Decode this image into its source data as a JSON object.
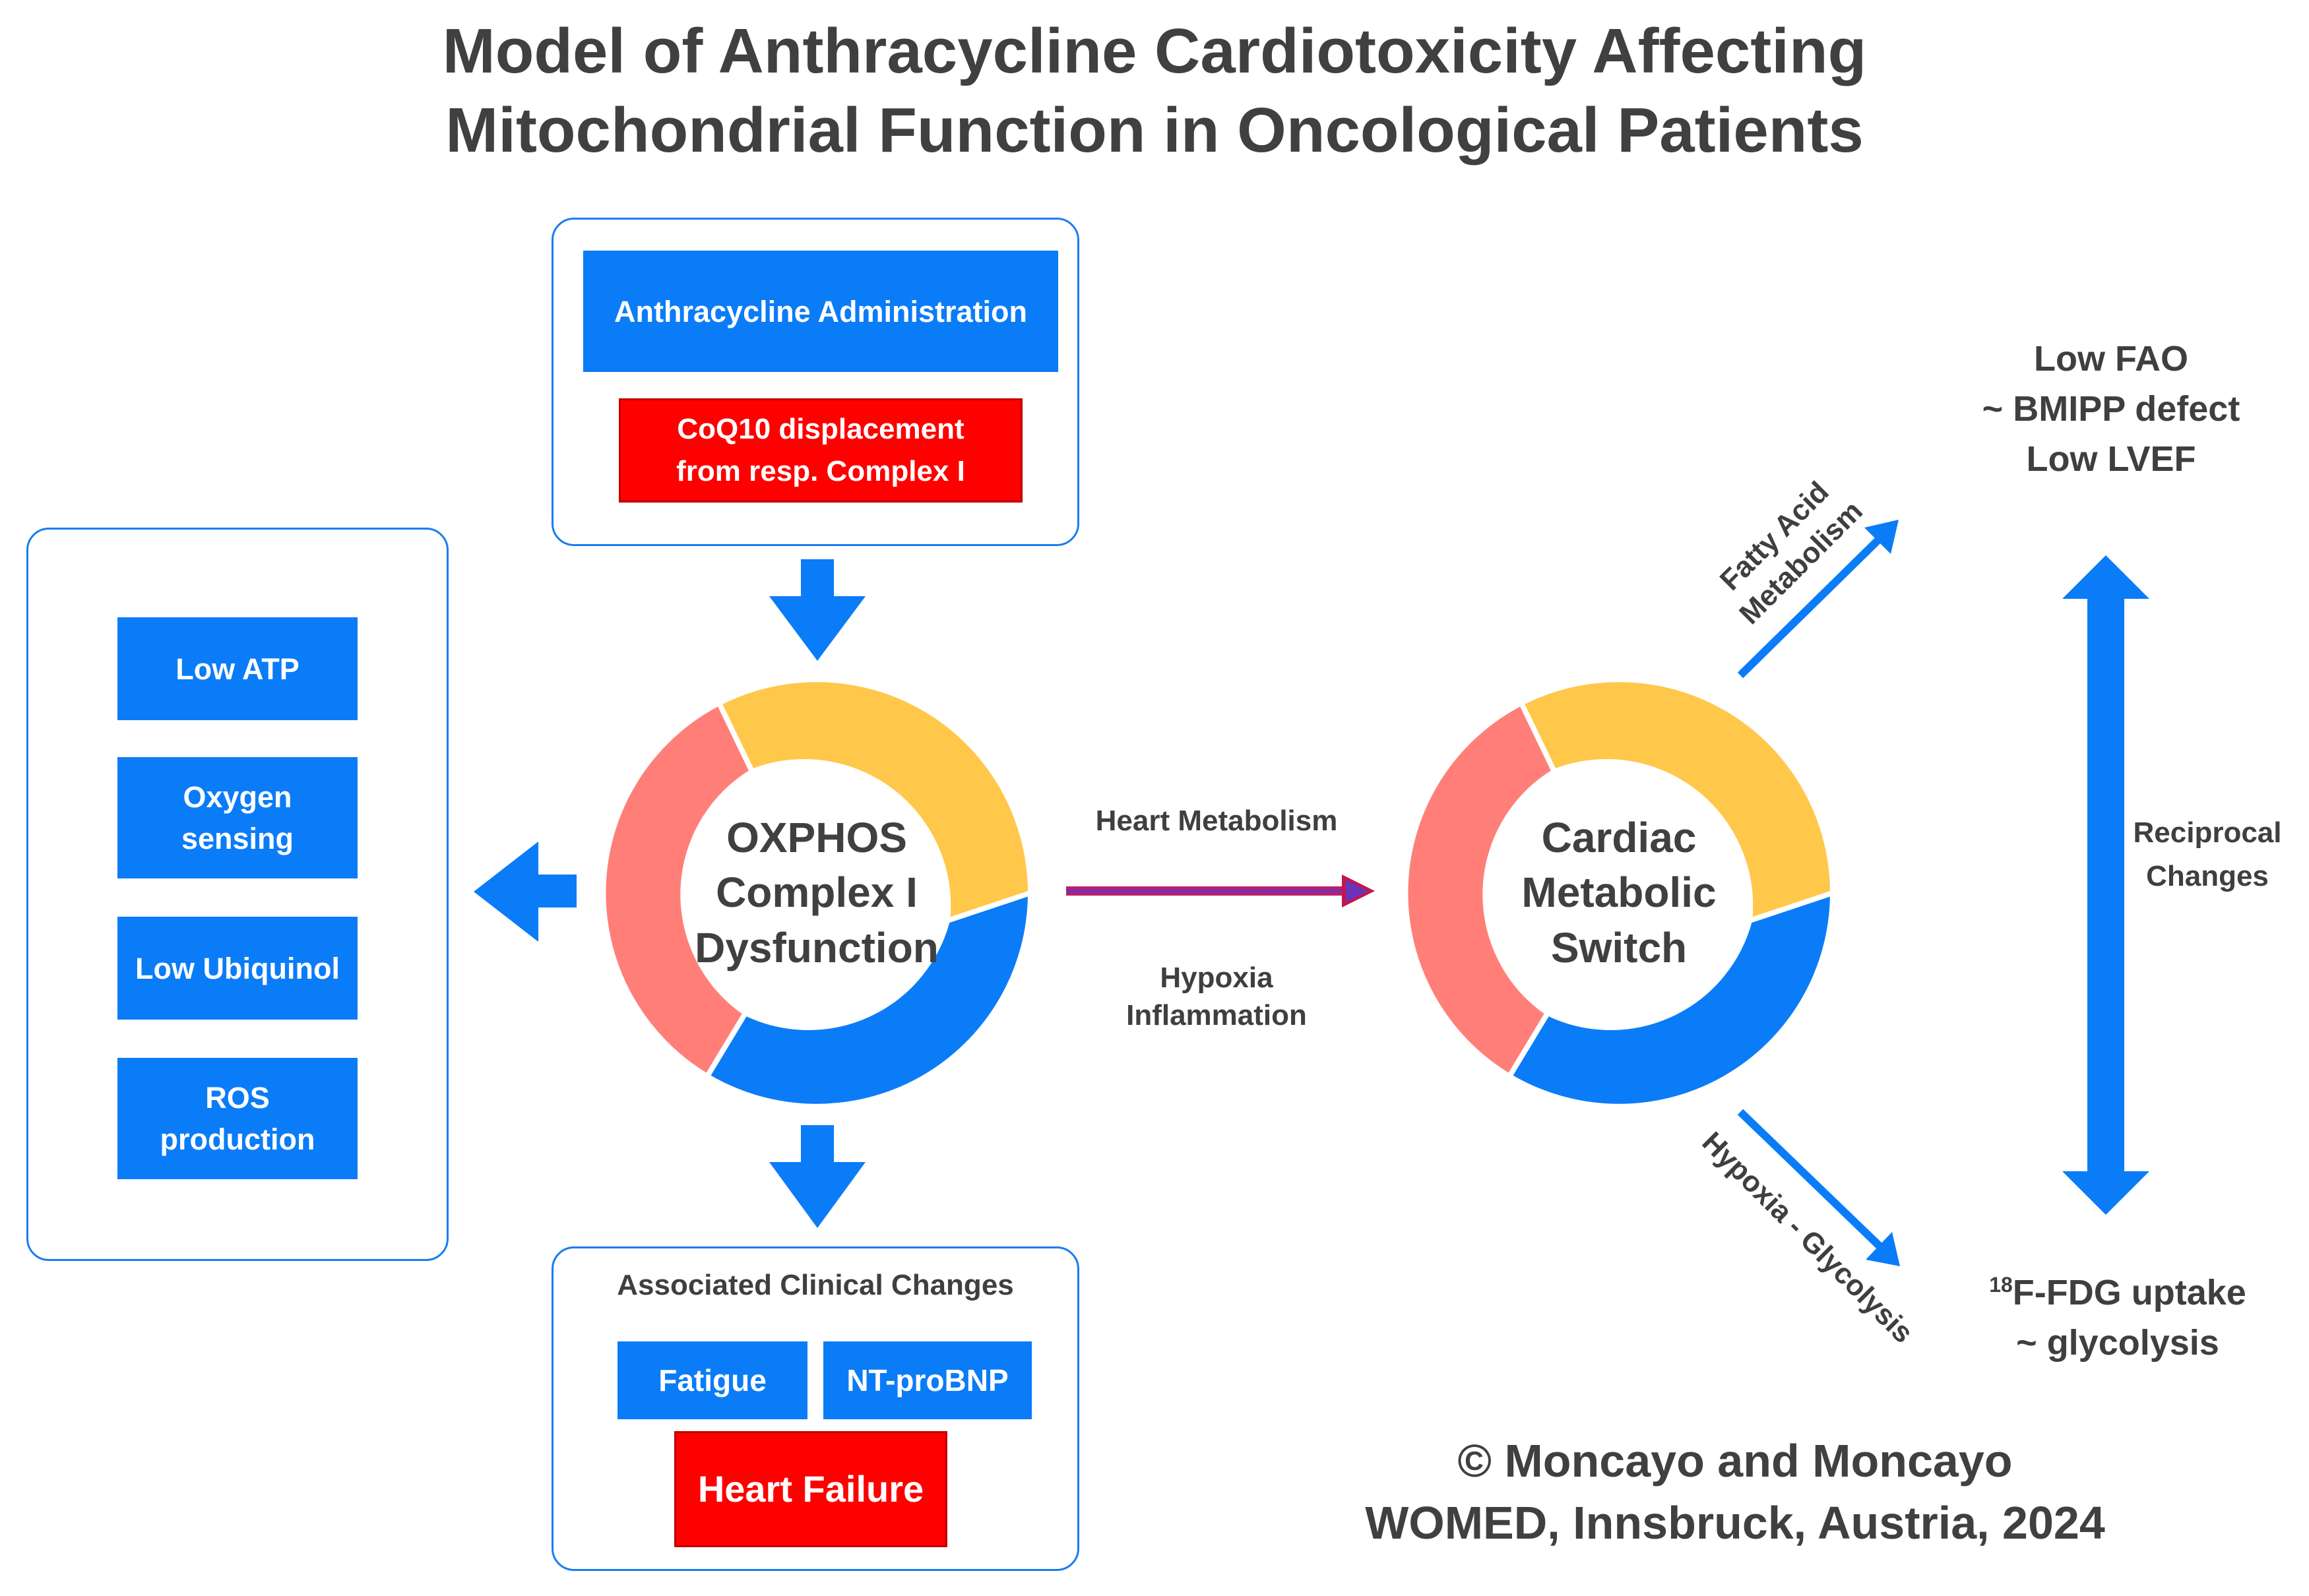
{
  "title": {
    "line1": "Model of Anthracycline Cardiotoxicity Affecting",
    "line2": "Mitochondrial Function in Oncological Patients"
  },
  "top_box": {
    "administration": "Anthracycline Administration",
    "coq10_line1": "CoQ10 displacement",
    "coq10_line2": "from resp. Complex I"
  },
  "left_panel": {
    "items": [
      {
        "line1": "Low ATP",
        "line2": ""
      },
      {
        "line1": "Oxygen",
        "line2": "sensing"
      },
      {
        "line1": "Low Ubiquinol",
        "line2": ""
      },
      {
        "line1": "ROS",
        "line2": "production"
      }
    ]
  },
  "oxphos_cycle": {
    "line1": "OXPHOS",
    "line2": "Complex I",
    "line3": "Dysfunction"
  },
  "metabolic_cycle": {
    "line1": "Cardiac",
    "line2": "Metabolic",
    "line3": "Switch"
  },
  "middle_arrow": {
    "above": "Heart Metabolism",
    "below_line1": "Hypoxia",
    "below_line2": "Inflammation"
  },
  "bottom_box": {
    "heading": "Associated Clinical Changes",
    "fatigue": "Fatigue",
    "ntprobnp": "NT-proBNP",
    "heart_failure": "Heart Failure"
  },
  "right_side": {
    "fatty_acid_line1": "Fatty Acid",
    "fatty_acid_line2": "Metabolism",
    "hypoxia_glycolysis": "Hypoxia - Glycolysis",
    "low_fao_line1": "Low FAO",
    "low_fao_line2": "~ BMIPP defect",
    "low_fao_line3": "Low LVEF",
    "reciprocal_line1": "Reciprocal",
    "reciprocal_line2": "Changes",
    "fdg_superscript": "18",
    "fdg_line1": "F-FDG uptake",
    "fdg_line2": "~ glycolysis"
  },
  "footer": {
    "line1": "© Moncayo and Moncayo",
    "line2": "WOMED, Innsbruck, Austria, 2024"
  },
  "colors": {
    "blue": "#0b7cf7",
    "red": "#ff0000",
    "yellow": "#ffc84a",
    "salmon": "#ff7f78",
    "text": "#404040",
    "arrow_purple": "#7b2fa8"
  }
}
